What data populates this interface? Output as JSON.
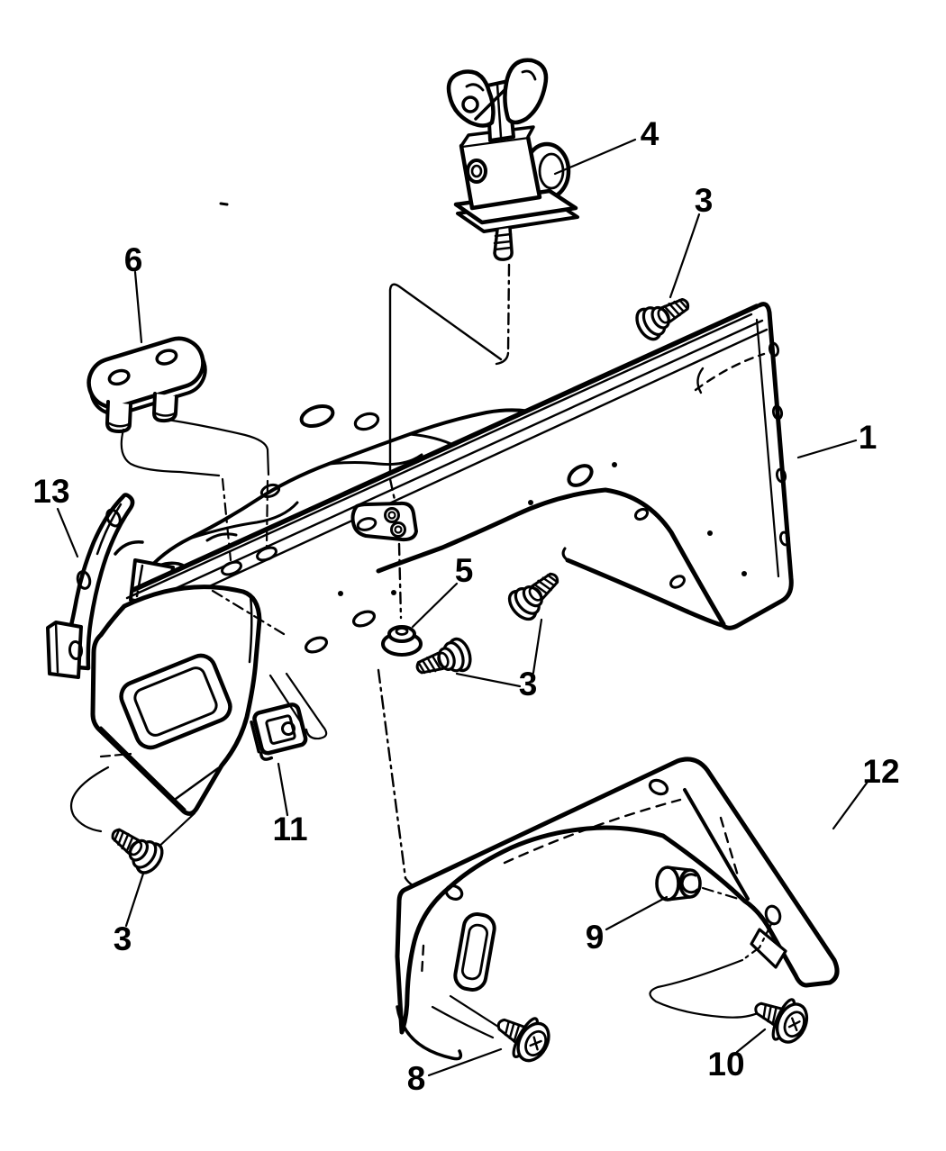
{
  "diagram": {
    "type": "exploded-parts-diagram",
    "subject": "fender-and-flare-assembly",
    "background": "#ffffff",
    "line_color": "#000000",
    "callouts": {
      "c1": "1",
      "c3_top": "3",
      "c3_mid": "3",
      "c3_bottom": "3",
      "c4": "4",
      "c5": "5",
      "c6": "6",
      "c8": "8",
      "c9": "9",
      "c10": "10",
      "c11": "11",
      "c12": "12",
      "c13": "13"
    }
  }
}
